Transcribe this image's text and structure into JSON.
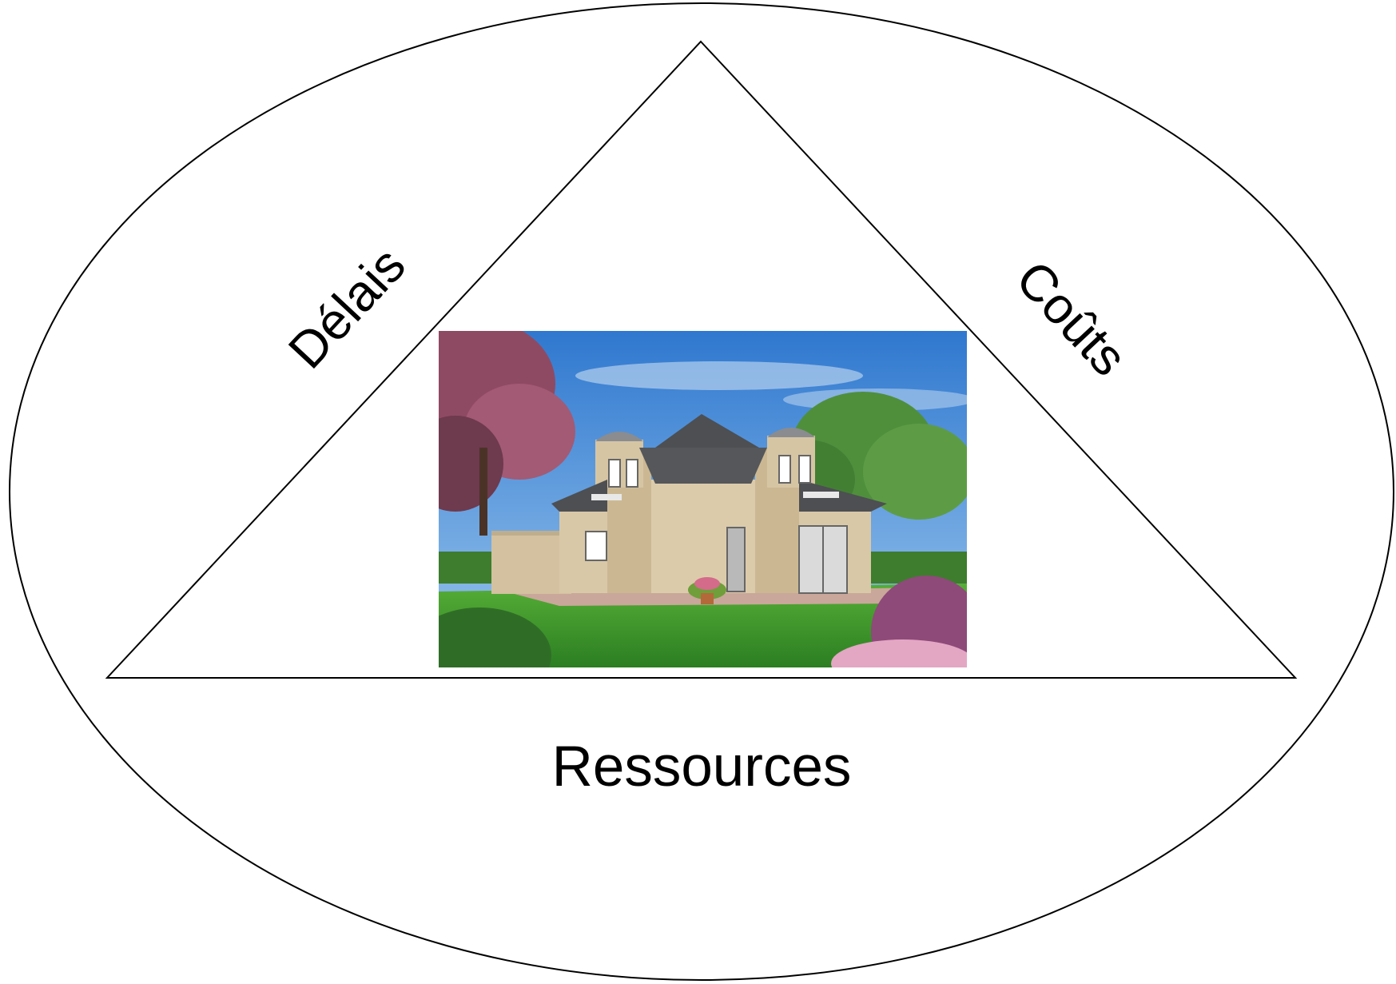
{
  "diagram": {
    "labels": {
      "left_side": "Délais",
      "right_side": "Coûts",
      "bottom": "Ressources"
    },
    "center_image": {
      "subject": "house-illustration"
    },
    "colors": {
      "stroke": "#000000",
      "background": "#ffffff",
      "sky": "#4a8fd8",
      "lawn": "#3f9a2c",
      "wall": "#d8c7a6",
      "roof": "#4d4f52",
      "foliage": "#4c8a3a",
      "blossom_tree": "#8f4a63"
    }
  }
}
